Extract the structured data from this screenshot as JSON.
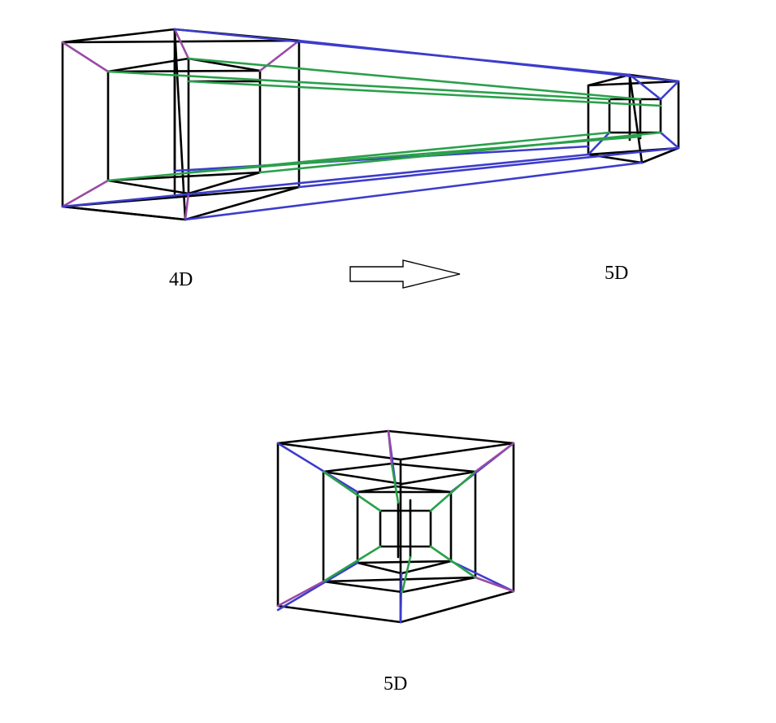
{
  "labels": {
    "four_d": "4D",
    "five_d_top": "5D",
    "five_d_bottom": "5D"
  },
  "colors": {
    "black": "#000000",
    "blue": "#3c3ccc",
    "green": "#2aa04a",
    "purple": "#9a4aa6"
  }
}
